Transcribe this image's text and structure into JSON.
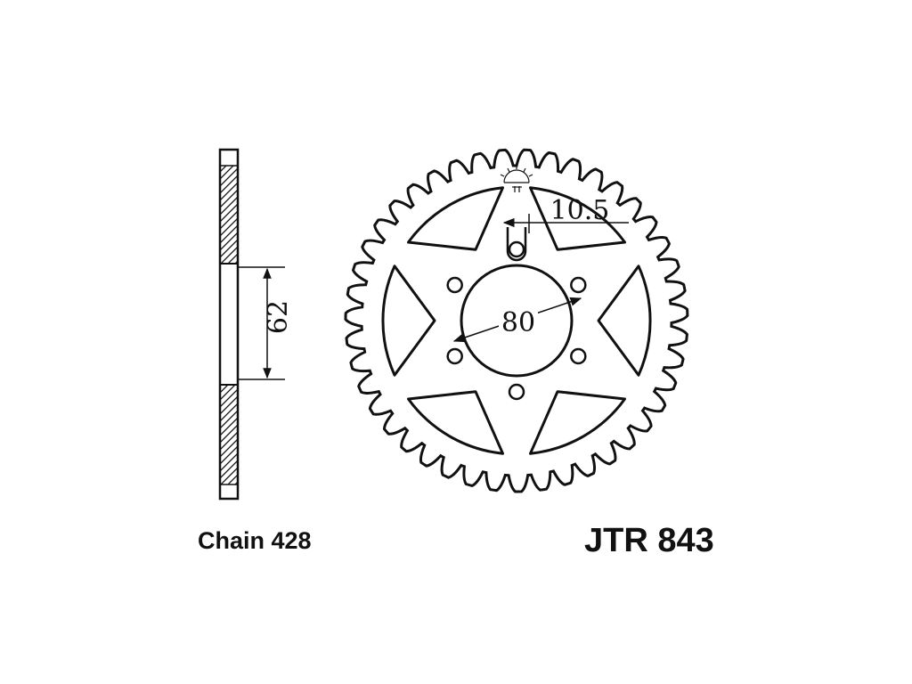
{
  "diagram": {
    "side_view": {
      "dimension_label": "62"
    },
    "sprocket": {
      "center_bore_label": "80",
      "bolt_hole_label": "10.5",
      "bolt_hole_count": 6,
      "lightening_hole_count": 6
    },
    "chain_label": "Chain 428",
    "part_number": "JTR 843",
    "colors": {
      "line": "#111111",
      "background": "#ffffff"
    },
    "icons": [
      "sun-logo-icon"
    ]
  }
}
